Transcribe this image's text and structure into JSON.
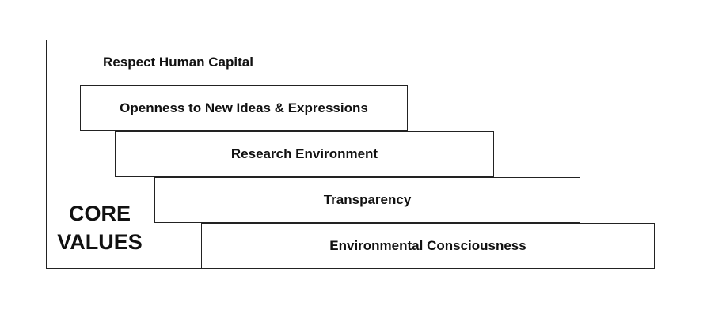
{
  "title_lines": [
    "CORE",
    "VALUES"
  ],
  "values": [
    "Respect Human Capital",
    "Openness to New Ideas & Expressions",
    "Research Environment",
    "Transparency",
    "Environmental Consciousness"
  ],
  "colors": {
    "border": "#222222",
    "text": "#111111",
    "background": "#ffffff"
  }
}
